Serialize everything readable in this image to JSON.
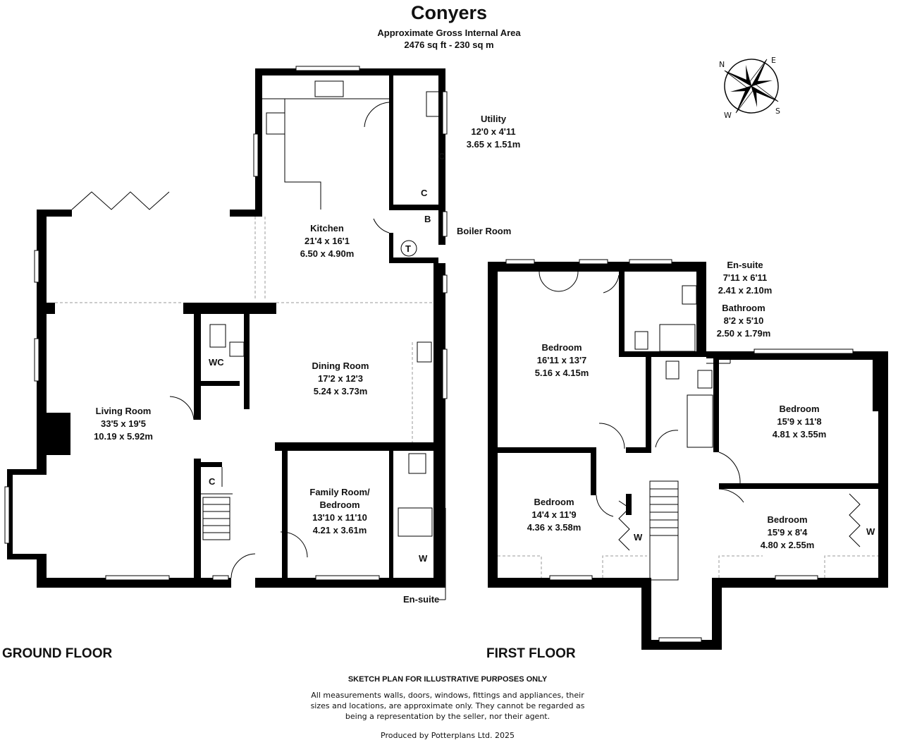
{
  "header": {
    "title": "Conyers",
    "subtitle": "Approximate Gross Internal Area",
    "area": "2476 sq ft - 230 sq m"
  },
  "compass": {
    "n": "N",
    "e": "E",
    "s": "S",
    "w": "W"
  },
  "ground_floor": {
    "label": "GROUND FLOOR",
    "rooms": {
      "kitchen": {
        "name": "Kitchen",
        "imperial": "21'4 x 16'1",
        "metric": "6.50 x 4.90m"
      },
      "utility": {
        "name": "Utility",
        "imperial": "12'0 x 4'11",
        "metric": "3.65 x 1.51m"
      },
      "boiler": {
        "name": "Boiler Room"
      },
      "dining": {
        "name": "Dining Room",
        "imperial": "17'2 x 12'3",
        "metric": "5.24 x 3.73m"
      },
      "living": {
        "name": "Living Room",
        "imperial": "33'5 x 19'5",
        "metric": "10.19 x 5.92m"
      },
      "family": {
        "name1": "Family Room/",
        "name2": "Bedroom",
        "imperial": "13'10 x 11'10",
        "metric": "4.21 x 3.61m"
      },
      "wc": {
        "name": "WC"
      },
      "ensuite": {
        "name": "En-suite"
      }
    },
    "symbols": {
      "cupboard": "C",
      "boiler": "B",
      "tank": "T",
      "wardrobe": "W"
    }
  },
  "first_floor": {
    "label": "FIRST FLOOR",
    "rooms": {
      "ensuite": {
        "name": "En-suite",
        "imperial": "7'11 x 6'11",
        "metric": "2.41 x 2.10m"
      },
      "bathroom": {
        "name": "Bathroom",
        "imperial": "8'2 x 5'10",
        "metric": "2.50 x 1.79m"
      },
      "bed1": {
        "name": "Bedroom",
        "imperial": "16'11 x 13'7",
        "metric": "5.16 x 4.15m"
      },
      "bed2": {
        "name": "Bedroom",
        "imperial": "15'9 x 11'8",
        "metric": "4.81 x 3.55m"
      },
      "bed3": {
        "name": "Bedroom",
        "imperial": "14'4 x 11'9",
        "metric": "4.36 x 3.58m"
      },
      "bed4": {
        "name": "Bedroom",
        "imperial": "15'9 x 8'4",
        "metric": "4.80 x 2.55m"
      }
    },
    "symbols": {
      "wardrobe": "W"
    }
  },
  "footer": {
    "heading": "SKETCH PLAN FOR ILLUSTRATIVE PURPOSES ONLY",
    "line1": "All measurements walls, doors, windows, fittings and appliances, their",
    "line2": "sizes and locations, are approximate only. They cannot be regarded as",
    "line3": "being a representation by the seller, nor their agent.",
    "credit": "Produced by Potterplans Ltd. 2025"
  }
}
